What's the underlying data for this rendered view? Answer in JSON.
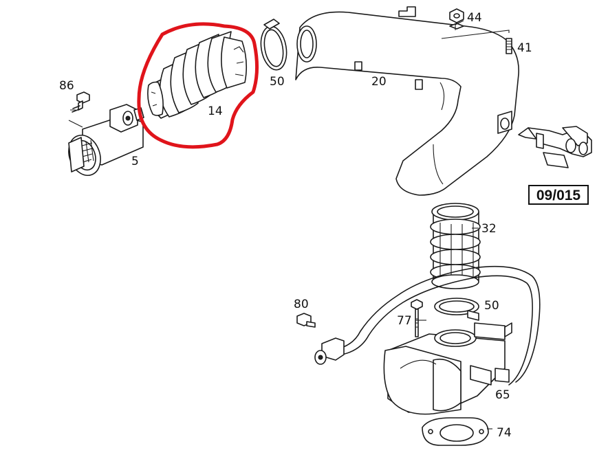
{
  "diagram": {
    "labels": {
      "p86": "86",
      "p5": "5",
      "p14": "14",
      "p50_top": "50",
      "p20": "20",
      "p44": "44",
      "p41": "41",
      "p32": "32",
      "p80": "80",
      "p77": "77",
      "p50_bottom": "50",
      "p65": "65",
      "p74": "74"
    },
    "reference_code": "09/015",
    "colors": {
      "highlight": "#e0141b",
      "line": "#1a1a1a",
      "background": "#ffffff"
    },
    "highlighted_part": "14"
  }
}
